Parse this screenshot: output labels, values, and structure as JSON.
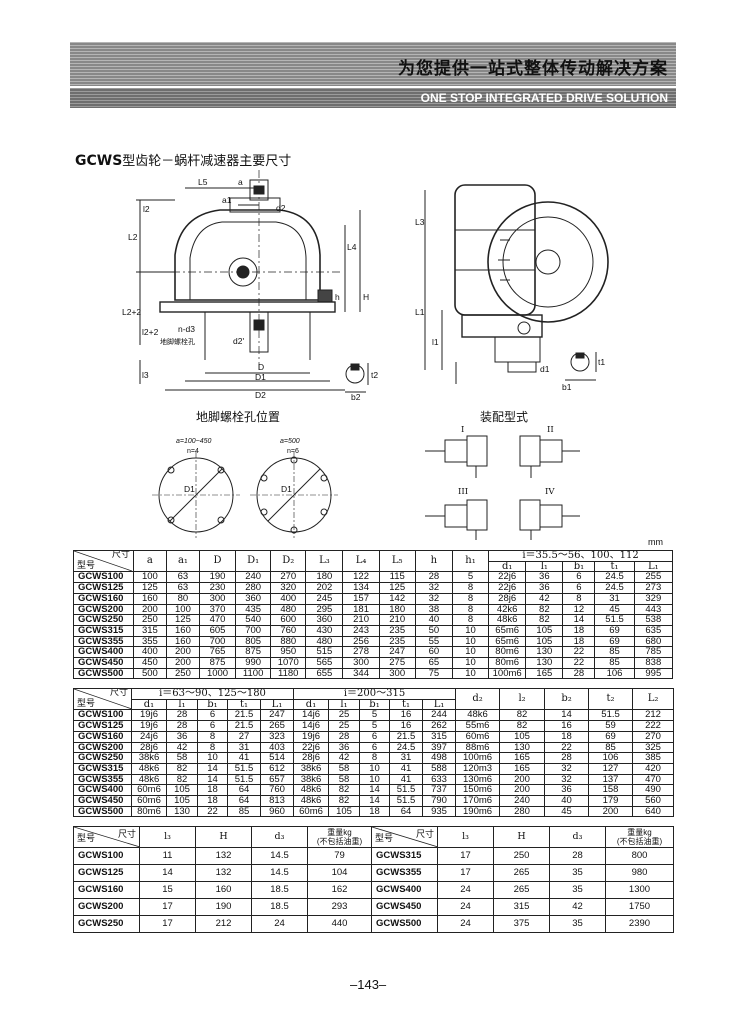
{
  "header": {
    "title_zh": "为您提供一站式整体传动解决方案",
    "title_en": "ONE STOP INTEGRATED DRIVE SOLUTION"
  },
  "section": {
    "model_prefix": "GCWS",
    "title_rest": "型齿轮－蜗杆减速器主要尺寸"
  },
  "drawing": {
    "caption_bolts": "地脚螺栓孔位置",
    "caption_assembly": "装配型式",
    "front_dims": [
      "L5",
      "a",
      "a1",
      "d2",
      "l2",
      "L2",
      "L4",
      "h",
      "H",
      "L2+2",
      "l2+2",
      "l3",
      "n-d3",
      "地脚螺栓孔",
      "d2'",
      "D",
      "D1",
      "D2",
      "b2",
      "t2"
    ],
    "side_dims": [
      "L3",
      "L1",
      "l1",
      "d1",
      "b1",
      "t1"
    ],
    "bolt1": {
      "range": "a=100~450",
      "n": "n=4",
      "label": "D1"
    },
    "bolt2": {
      "range": "a=500",
      "n": "n=6",
      "label": "D1"
    },
    "assembly_types": [
      "I",
      "II",
      "III",
      "IV"
    ]
  },
  "unit": "mm",
  "table1": {
    "corner_top": "尺寸",
    "corner_bottom": "型号",
    "headers": [
      "a",
      "a₁",
      "D",
      "D₁",
      "D₂",
      "L₃",
      "L₄",
      "L₅",
      "h",
      "h₁"
    ],
    "group": "i＝35.5～56、100、112",
    "subheaders": [
      "d₁",
      "l₁",
      "b₁",
      "t₁",
      "L₁"
    ],
    "rows": [
      [
        "GCWS100",
        "100",
        "63",
        "190",
        "240",
        "270",
        "180",
        "122",
        "115",
        "28",
        "5",
        "22j6",
        "36",
        "6",
        "24.5",
        "255"
      ],
      [
        "GCWS125",
        "125",
        "63",
        "230",
        "280",
        "320",
        "202",
        "134",
        "125",
        "32",
        "8",
        "22j6",
        "36",
        "6",
        "24.5",
        "273"
      ],
      [
        "GCWS160",
        "160",
        "80",
        "300",
        "360",
        "400",
        "245",
        "157",
        "142",
        "32",
        "8",
        "28j6",
        "42",
        "8",
        "31",
        "329"
      ],
      [
        "GCWS200",
        "200",
        "100",
        "370",
        "435",
        "480",
        "295",
        "181",
        "180",
        "38",
        "8",
        "42k6",
        "82",
        "12",
        "45",
        "443"
      ],
      [
        "GCWS250",
        "250",
        "125",
        "470",
        "540",
        "600",
        "360",
        "210",
        "210",
        "40",
        "8",
        "48k6",
        "82",
        "14",
        "51.5",
        "538"
      ],
      [
        "GCWS315",
        "315",
        "160",
        "605",
        "700",
        "760",
        "430",
        "243",
        "235",
        "50",
        "10",
        "65m6",
        "105",
        "18",
        "69",
        "635"
      ],
      [
        "GCWS355",
        "355",
        "160",
        "700",
        "805",
        "880",
        "480",
        "256",
        "235",
        "55",
        "10",
        "65m6",
        "105",
        "18",
        "69",
        "680"
      ],
      [
        "GCWS400",
        "400",
        "200",
        "765",
        "875",
        "950",
        "515",
        "278",
        "247",
        "60",
        "10",
        "80m6",
        "130",
        "22",
        "85",
        "785"
      ],
      [
        "GCWS450",
        "450",
        "200",
        "875",
        "990",
        "1070",
        "565",
        "300",
        "275",
        "65",
        "10",
        "80m6",
        "130",
        "22",
        "85",
        "838"
      ],
      [
        "GCWS500",
        "500",
        "250",
        "1000",
        "1100",
        "1180",
        "655",
        "344",
        "300",
        "75",
        "10",
        "100m6",
        "165",
        "28",
        "106",
        "995"
      ]
    ]
  },
  "table2": {
    "corner_top": "尺寸",
    "corner_bottom": "型号",
    "group1": "i＝63～90、125～180",
    "group2": "i＝200～315",
    "sub1": [
      "d₁",
      "l₁",
      "b₁",
      "t₁",
      "L₁"
    ],
    "sub2": [
      "d₁",
      "l₁",
      "b₁",
      "t₁",
      "L₁"
    ],
    "tail_headers": [
      "d₂",
      "l₂",
      "b₂",
      "t₂",
      "L₂"
    ],
    "rows": [
      [
        "GCWS100",
        "19j6",
        "28",
        "6",
        "21.5",
        "247",
        "14j6",
        "25",
        "5",
        "16",
        "244",
        "48k6",
        "82",
        "14",
        "51.5",
        "212"
      ],
      [
        "GCWS125",
        "19j6",
        "28",
        "6",
        "21.5",
        "265",
        "14j6",
        "25",
        "5",
        "16",
        "262",
        "55m6",
        "82",
        "16",
        "59",
        "222"
      ],
      [
        "GCWS160",
        "24j6",
        "36",
        "8",
        "27",
        "323",
        "19j6",
        "28",
        "6",
        "21.5",
        "315",
        "60m6",
        "105",
        "18",
        "69",
        "270"
      ],
      [
        "GCWS200",
        "28j6",
        "42",
        "8",
        "31",
        "403",
        "22j6",
        "36",
        "6",
        "24.5",
        "397",
        "88m6",
        "130",
        "22",
        "85",
        "325"
      ],
      [
        "GCWS250",
        "38k6",
        "58",
        "10",
        "41",
        "514",
        "28j6",
        "42",
        "8",
        "31",
        "498",
        "100m6",
        "165",
        "28",
        "106",
        "385"
      ],
      [
        "GCWS315",
        "48k6",
        "82",
        "14",
        "51.5",
        "612",
        "38k6",
        "58",
        "10",
        "41",
        "588",
        "120m3",
        "165",
        "32",
        "127",
        "420"
      ],
      [
        "GCWS355",
        "48k6",
        "82",
        "14",
        "51.5",
        "657",
        "38k6",
        "58",
        "10",
        "41",
        "633",
        "130m6",
        "200",
        "32",
        "137",
        "470"
      ],
      [
        "GCWS400",
        "60m6",
        "105",
        "18",
        "64",
        "760",
        "48k6",
        "82",
        "14",
        "51.5",
        "737",
        "150m6",
        "200",
        "36",
        "158",
        "490"
      ],
      [
        "GCWS450",
        "60m6",
        "105",
        "18",
        "64",
        "813",
        "48k6",
        "82",
        "14",
        "51.5",
        "790",
        "170m6",
        "240",
        "40",
        "179",
        "560"
      ],
      [
        "GCWS500",
        "80m6",
        "130",
        "22",
        "85",
        "960",
        "60m6",
        "105",
        "18",
        "64",
        "935",
        "190m6",
        "280",
        "45",
        "200",
        "640"
      ]
    ]
  },
  "table3": {
    "corner_top": "尺寸",
    "corner_bottom": "型号",
    "headers": [
      "l₃",
      "H",
      "d₃",
      "重量kg",
      "(不包括油重)"
    ],
    "left": [
      [
        "GCWS100",
        "11",
        "132",
        "14.5",
        "79"
      ],
      [
        "GCWS125",
        "14",
        "132",
        "14.5",
        "104"
      ],
      [
        "GCWS160",
        "15",
        "160",
        "18.5",
        "162"
      ],
      [
        "GCWS200",
        "17",
        "190",
        "18.5",
        "293"
      ],
      [
        "GCWS250",
        "17",
        "212",
        "24",
        "440"
      ]
    ],
    "right": [
      [
        "GCWS315",
        "17",
        "250",
        "28",
        "800"
      ],
      [
        "GCWS355",
        "17",
        "265",
        "35",
        "980"
      ],
      [
        "GCWS400",
        "24",
        "265",
        "35",
        "1300"
      ],
      [
        "GCWS450",
        "24",
        "315",
        "42",
        "1750"
      ],
      [
        "GCWS500",
        "24",
        "375",
        "35",
        "2390"
      ]
    ]
  },
  "page_number": "–143–"
}
